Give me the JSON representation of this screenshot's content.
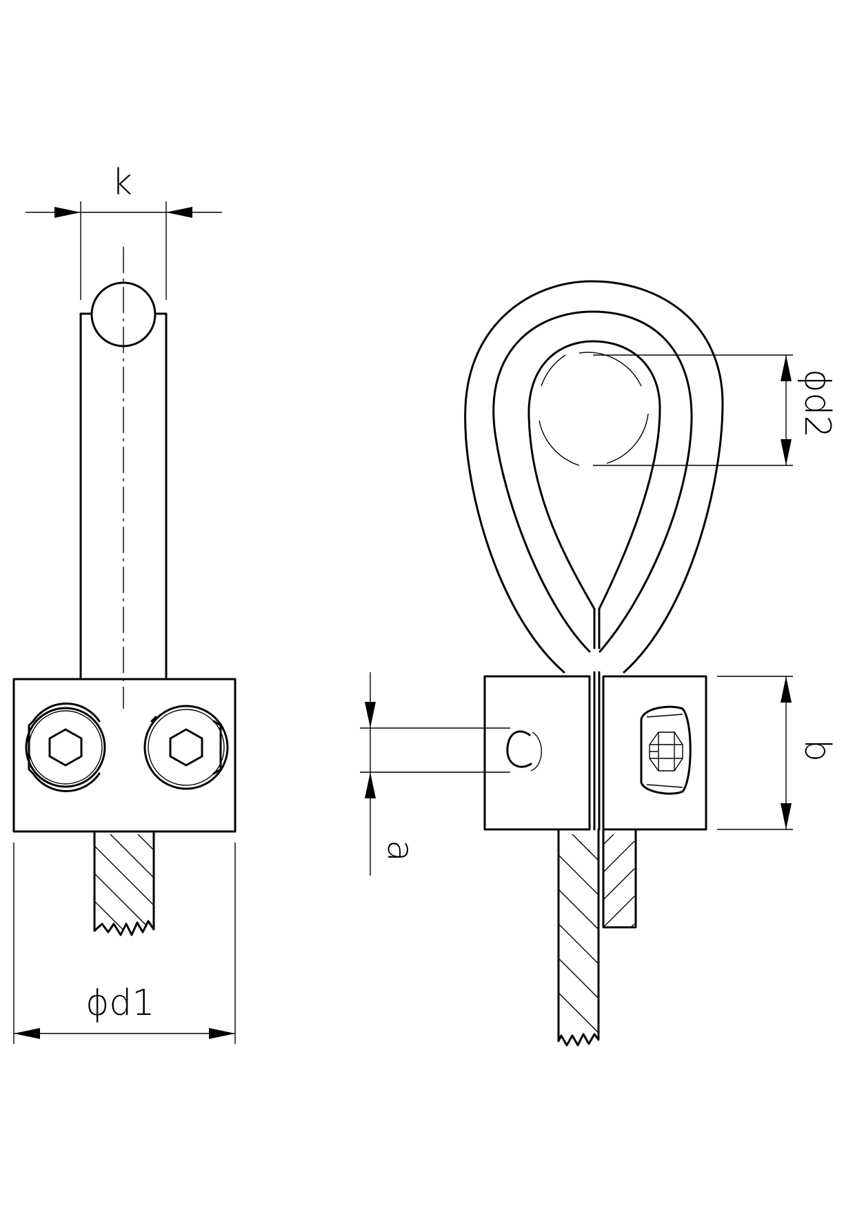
{
  "dimensions": {
    "k": "k",
    "d1": "ϕd1",
    "d2": "ϕd2",
    "b": "b",
    "a": "a"
  }
}
